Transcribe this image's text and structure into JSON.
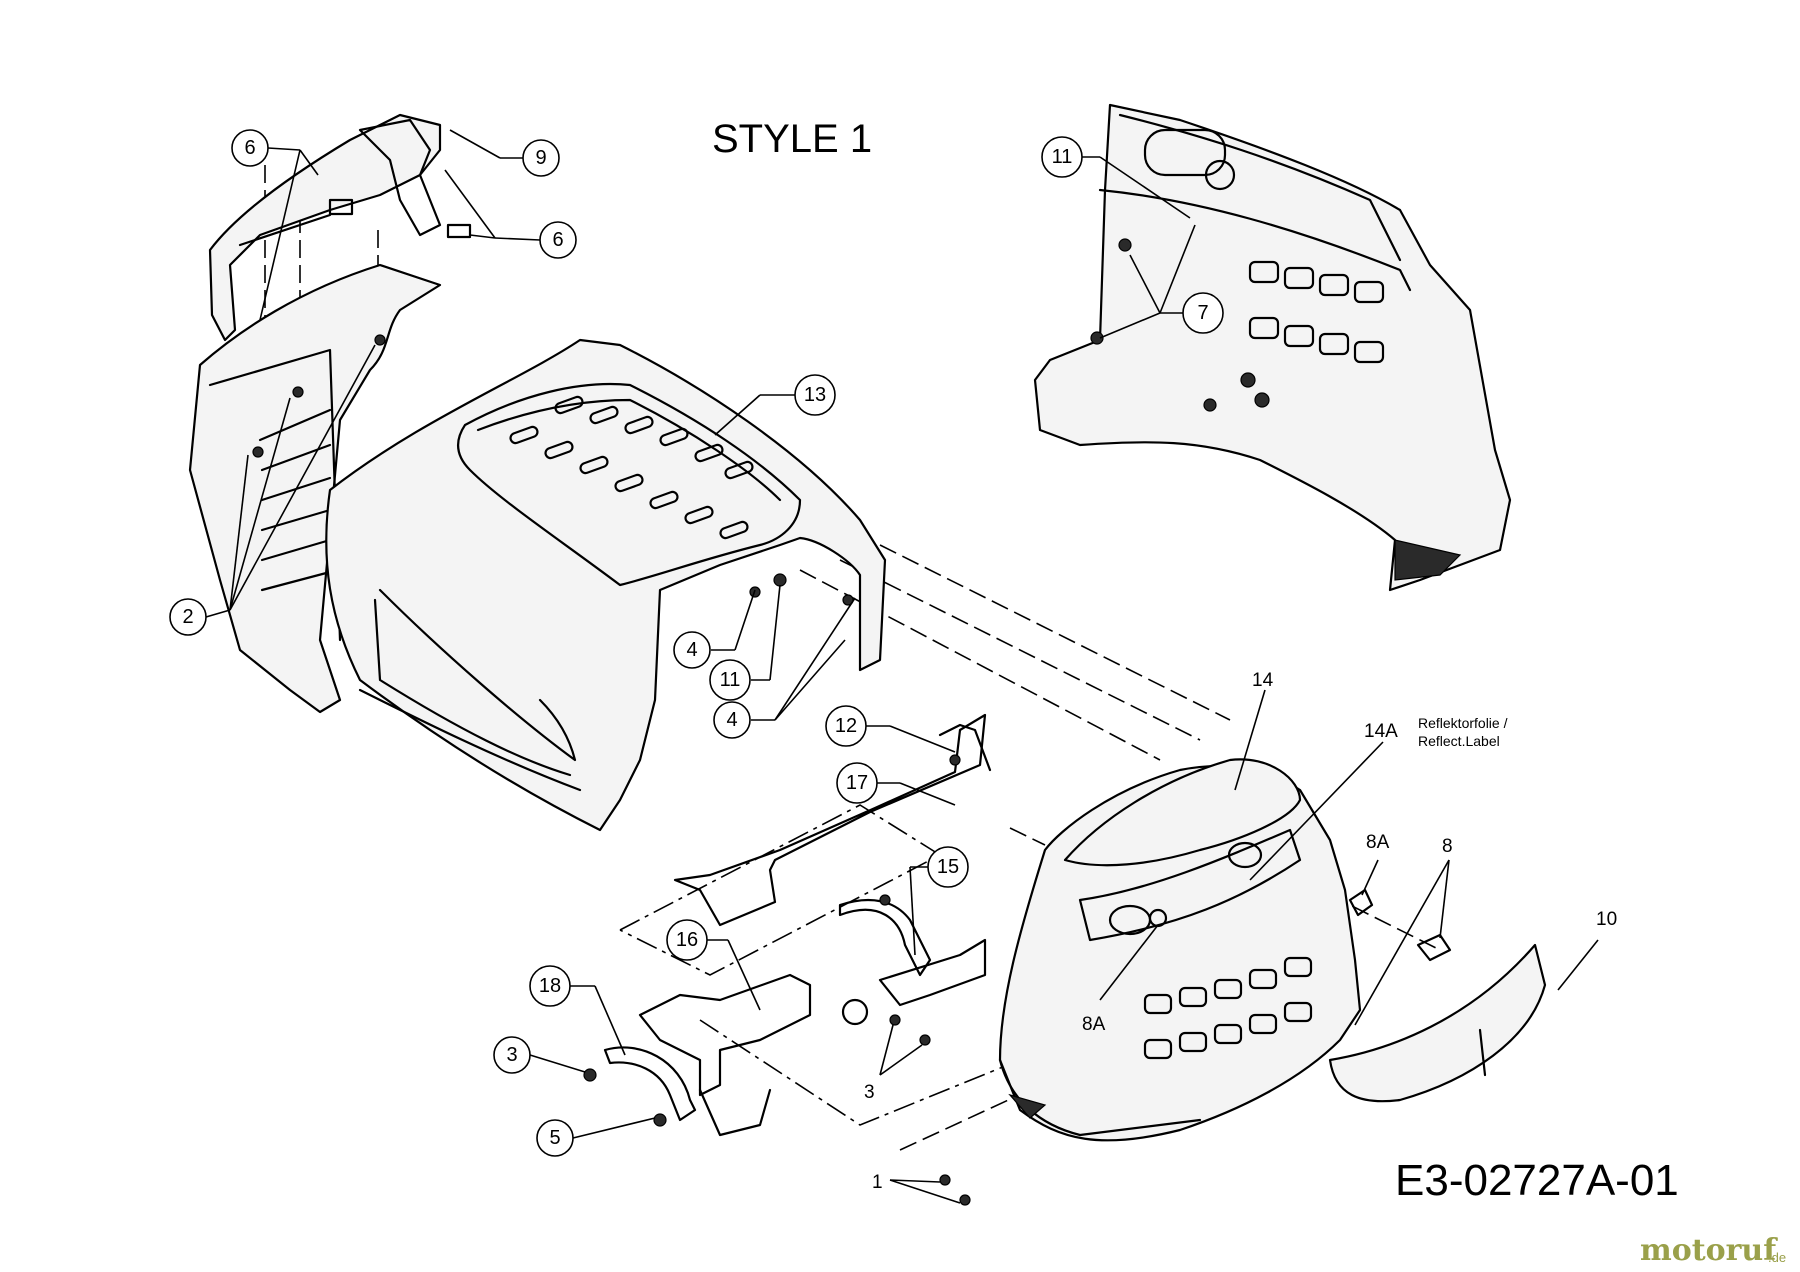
{
  "title": "STYLE 1",
  "drawing_code": "E3-02727A-01",
  "watermark": {
    "main": "motoruf",
    "suffix": ".de",
    "color_primary": "#9aa04a",
    "color_accent": "#c0392b"
  },
  "reflect_label": {
    "line1": "Reflektorfolie /",
    "line2": "Reflect.Label"
  },
  "callouts_circled": [
    {
      "id": "c6a",
      "label": "6"
    },
    {
      "id": "c9",
      "label": "9"
    },
    {
      "id": "c6b",
      "label": "6"
    },
    {
      "id": "c2",
      "label": "2"
    },
    {
      "id": "c13",
      "label": "13"
    },
    {
      "id": "c4a",
      "label": "4"
    },
    {
      "id": "c11a",
      "label": "11"
    },
    {
      "id": "c4b",
      "label": "4"
    },
    {
      "id": "c11b",
      "label": "11"
    },
    {
      "id": "c7",
      "label": "7"
    },
    {
      "id": "c12",
      "label": "12"
    },
    {
      "id": "c17",
      "label": "17"
    },
    {
      "id": "c15",
      "label": "15"
    },
    {
      "id": "c16",
      "label": "16"
    },
    {
      "id": "c18",
      "label": "18"
    },
    {
      "id": "c3",
      "label": "3"
    },
    {
      "id": "c5",
      "label": "5"
    }
  ],
  "callouts_plain": [
    {
      "id": "p14",
      "label": "14"
    },
    {
      "id": "p14a",
      "label": "14A"
    },
    {
      "id": "p8a1",
      "label": "8A"
    },
    {
      "id": "p8",
      "label": "8"
    },
    {
      "id": "p10",
      "label": "10"
    },
    {
      "id": "p8a2",
      "label": "8A"
    },
    {
      "id": "p3",
      "label": "3"
    },
    {
      "id": "p1",
      "label": "1"
    }
  ]
}
